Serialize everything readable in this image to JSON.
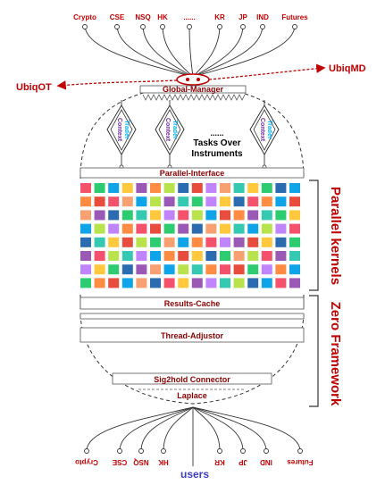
{
  "markets_top": [
    "Crypto",
    "CSE",
    "NSQ",
    "HK",
    "......",
    "KR",
    "JP",
    "IND",
    "Futures"
  ],
  "markets_bottom": [
    "Crypto",
    "CSE",
    "NSQ",
    "HK",
    "KR",
    "JP",
    "IND",
    "Futures"
  ],
  "ubiq_ot": "UbiqOT",
  "ubiq_md": "UbiqMD",
  "global_manager": "Global-Manager",
  "trader_label": "Trader",
  "context_label": "Context",
  "tasks_dots": "......",
  "tasks_line1": "Tasks Over",
  "tasks_line2": "Instruments",
  "parallel_interface": "Parallel-Interface",
  "parallel_kernels": "Parallel kernels",
  "results_cache": "Results-Cache",
  "thread_adjustor": "Thread-Adjustor",
  "sig2hold": "Sig2hold Connector",
  "laplace": "Laplace",
  "zero_framework": "Zero Framework",
  "users": "users",
  "colors": {
    "dark_red": "#8b0000",
    "red": "#c00000",
    "users_blue": "#4040c0",
    "trader_blue": "#00b0f0",
    "context_purple": "#7030a0",
    "kernel_palette": [
      "#f4516c",
      "#2ecc71",
      "#0fa3e8",
      "#ffc83d",
      "#9b59b6",
      "#ff8c42",
      "#b9e34c",
      "#2b6cb0",
      "#e74c3c",
      "#c084fc",
      "#f7a072",
      "#34c9b0"
    ]
  }
}
